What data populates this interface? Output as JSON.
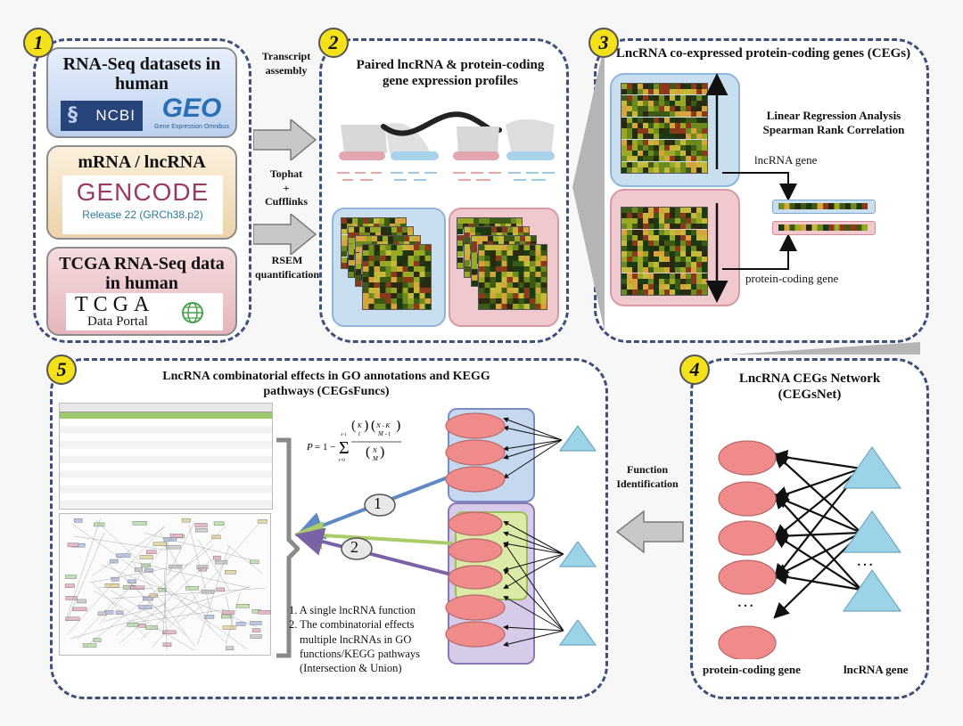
{
  "panels": {
    "p1": {
      "number": "1",
      "rnaseq": {
        "title": "RNA-Seq datasets in human",
        "ncbi": "NCBI",
        "geo": "GEO",
        "geo_sub": "Gene Expression Omnibus"
      },
      "gencode": {
        "title": "mRNA / lncRNA",
        "logo": "GENCODE",
        "release": "Release 22 (GRCh38.p2)"
      },
      "tcga": {
        "title": "TCGA RNA-Seq data in human",
        "logo": "TCGA",
        "portal": "Data Portal"
      }
    },
    "p2": {
      "number": "2",
      "title": "Paired lncRNA & protein-coding gene expression profiles"
    },
    "p3": {
      "number": "3",
      "title": "LncRNA co-expressed protein-coding genes (CEGs)",
      "method": "Linear Regression Analysis Spearman Rank Correlation",
      "lnc_label": "lncRNA gene",
      "pc_label": "protein-coding gene"
    },
    "p4": {
      "number": "4",
      "title": "LncRNA CEGs Network (CEGsNet)",
      "pc_label": "protein-coding gene",
      "lnc_label": "lncRNA gene",
      "dots_left": "…",
      "dots_right": "…"
    },
    "p5": {
      "number": "5",
      "title": "LncRNA combinatorial effects in GO annotations and KEGG pathways (CEGsFuncs)",
      "route1": "1",
      "route2": "2",
      "note1": "1. A single lncRNA function",
      "note2": "2. The combinatorial effects multiple lncRNAs in GO functions/KEGG pathways (Intersection & Union)"
    }
  },
  "arrows": {
    "transcript": "Transcript assembly",
    "tophat_1": "Tophat",
    "tophat_2": "+",
    "tophat_3": "Cufflinks",
    "rsem": "RSEM quantification",
    "function_id": "Function Identification"
  },
  "colors": {
    "panel_border": "#3d4f7a",
    "badge": "#f4e11b",
    "blue_box": "#c9dff0",
    "pink_box": "#f0c9cf",
    "ellipse": "#f08b8b",
    "triangle": "#9dd3e6",
    "green_route": "#a9cc68",
    "purple_route": "#7a62a6",
    "blue_route": "#5e89c6"
  }
}
